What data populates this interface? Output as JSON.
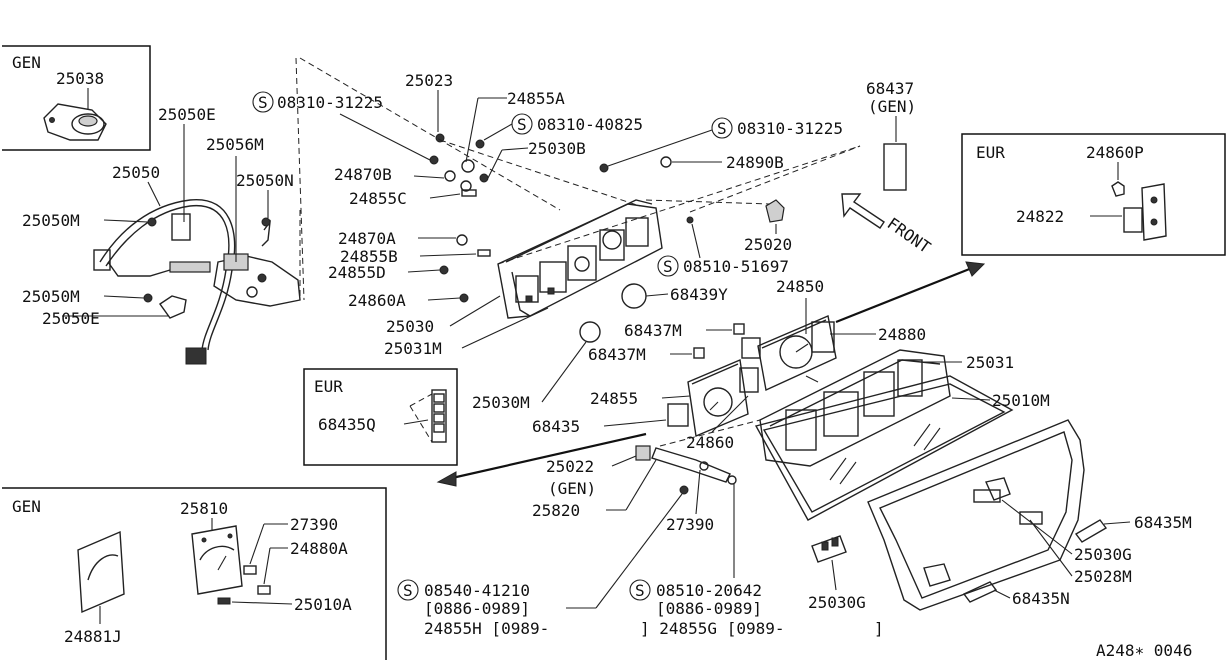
{
  "diagram_id": "A248∗ 0046",
  "insets": {
    "gen_top": {
      "title": "GEN",
      "part": "25038"
    },
    "eur_right": {
      "title": "EUR",
      "parts": [
        "24860P",
        "24822"
      ]
    },
    "eur_left": {
      "title": "EUR",
      "part": "68435Q"
    },
    "gen_bottom": {
      "title": "GEN",
      "parts": [
        "25810",
        "27390",
        "24880A",
        "25010A",
        "24881J"
      ]
    }
  },
  "callouts": {
    "c25050E": "25050E",
    "c25056M": "25056M",
    "c25050": "25050",
    "c25050N": "25050N",
    "c25050M_a": "25050M",
    "c25050M_b": "25050M",
    "c25050E_b": "25050E",
    "c08310_31225_a": "08310-31225",
    "c25023": "25023",
    "c24855A": "24855A",
    "c08310_40825": "08310-40825",
    "c08310_31225_b": "08310-31225",
    "c25030B": "25030B",
    "c24870B": "24870B",
    "c24855C": "24855C",
    "c24890B": "24890B",
    "c68437_gen": "68437",
    "c68437_gen_sub": "(GEN)",
    "c25020": "25020",
    "c08510_51697": "08510-51697",
    "c24870A": "24870A",
    "c24855B": "24855B",
    "c24855D": "24855D",
    "c24860A": "24860A",
    "c25030": "25030",
    "c25031M": "25031M",
    "c68439Y": "68439Y",
    "c24850": "24850",
    "c68437M_a": "68437M",
    "c68437M_b": "68437M",
    "c24880": "24880",
    "c25031": "25031",
    "c25010M": "25010M",
    "c25030M": "25030M",
    "c24855": "24855",
    "c68435": "68435",
    "c24860": "24860",
    "c25022": "25022",
    "c25022_sub": "(GEN)",
    "c25820": "25820",
    "c27390": "27390",
    "c68435M": "68435M",
    "c25030G_a": "25030G",
    "c25028M": "25028M",
    "c25030G_b": "25030G",
    "c68435N": "68435N",
    "c08540_41210": "08540-41210",
    "c08540_range": "[0886-0989]",
    "c24855H": "24855H [0989-",
    "c08510_20642": "08510-20642",
    "c08510_range": "[0886-0989]",
    "c24855G": "] 24855G [0989-",
    "c24855G_end": "]",
    "front": "FRONT",
    "screw_symbol": "S"
  }
}
